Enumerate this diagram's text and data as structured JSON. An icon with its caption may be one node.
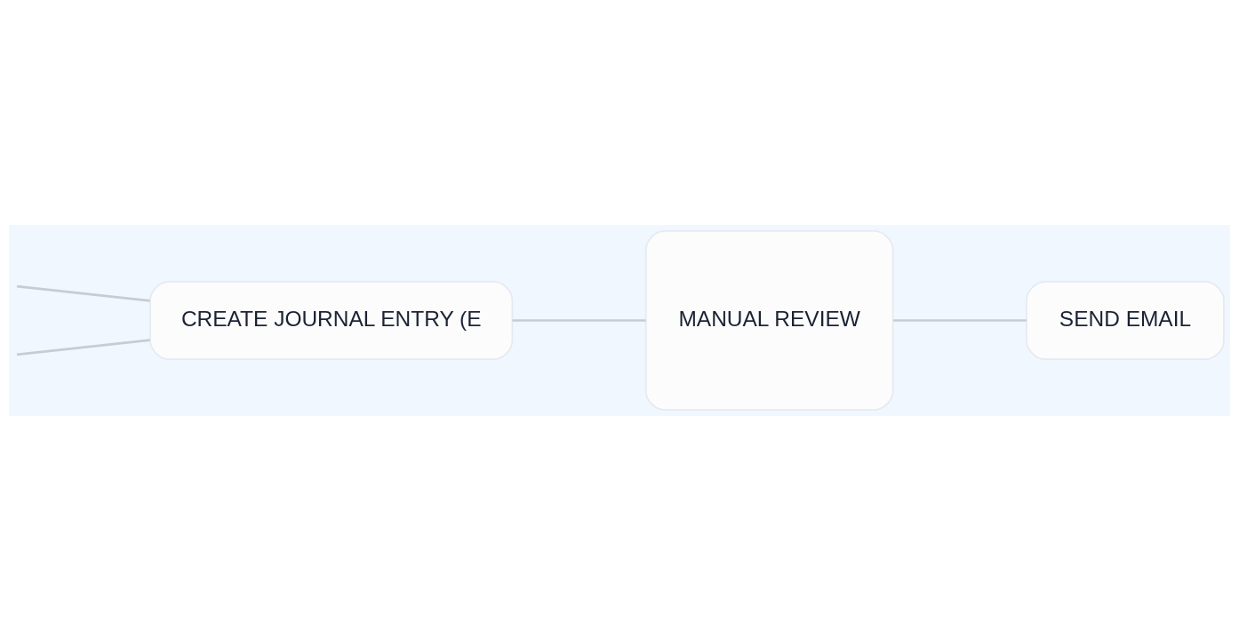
{
  "diagram": {
    "nodes": [
      {
        "text": [
          "CREATE JOURNAL ENTRY (E"
        ]
      },
      {
        "text": [
          "MANUAL REVIEW"
        ]
      },
      {
        "text": [
          "SEND EMAIL"
        ]
      }
    ],
    "edges": [
      {
        "from": null,
        "to": 0,
        "arrow": "none"
      },
      {
        "from": null,
        "to": 0,
        "arrow": "none"
      },
      {
        "from": 0,
        "to": 1,
        "arrow": "none"
      },
      {
        "from": 1,
        "to": 2,
        "arrow": "none"
      }
    ]
  }
}
